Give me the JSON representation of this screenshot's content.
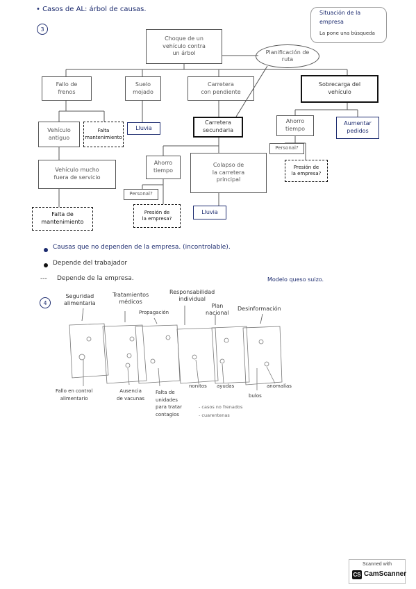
{
  "header": {
    "title": "• Casos de AL: árbol de causas.",
    "section_3": "3",
    "section_4": "4"
  },
  "note_top_right": {
    "line1": "Situación de la",
    "line2": "empresa",
    "line3": "La pone una búsqueda"
  },
  "tree": {
    "root": "Choque de un\nvehículo contra\nun árbol",
    "planificacion": "Planificación de\nruta",
    "fallo_frenos": "Fallo de\nfrenos",
    "suelo_mojado": "Suelo\nmojado",
    "carretera_pendiente": "Carretera\ncon pendiente",
    "sobrecarga": "Sobrecarga del\nvehículo",
    "vehiculo_antiguo": "Vehículo\nantiguo",
    "falta_mant_small": "Falta\nmantenimiento",
    "lluvia_1": "Lluvia",
    "carretera_secundaria": "Carretera\nsecundaria",
    "ahorro_tiempo_1": "Ahorro\ntiempo",
    "aumentar_pedidos": "Aumentar\npedidos",
    "vehiculo_mucho_uso": "Vehículo mucho\nfuera de servicio",
    "ahorro_tiempo_2": "Ahorro\ntiempo",
    "colapso": "Colapso de\nla carretera\nprincipal",
    "personal_1": "Personal?",
    "presion_1": "Presión de\nla empresa?",
    "falta_mantenimiento": "Falta de\nmantenimiento",
    "personal_2": "Personal?",
    "presion_2": "Presión de\nla empresa?",
    "lluvia_2": "Lluvia"
  },
  "legend": {
    "item1": "Causas que no dependen de la empresa. (incontrolable).",
    "item2": "Depende del trabajador",
    "item3": "Depende de la empresa.",
    "dashes": "---",
    "model": "Modelo queso suizo."
  },
  "swiss": {
    "top_labels": {
      "seguridad": "Seguridad\nalimentaria",
      "tratamientos": "Tratamientos\nmédicos",
      "propagacion": "Propagación",
      "responsabilidad": "Responsabilidad\nindividual",
      "plan": "Plan\nnacional",
      "desinformacion": "Desinformación"
    },
    "bottom_labels": {
      "fallo": "Fallo en control\nalimentario",
      "ausencia": "Ausencia\nde vacunas",
      "falta": "Falta de\nunidades\npara tratar\ncontagios",
      "nonitos": "nonitos",
      "ayudas": "ayudas",
      "anomalias": "anomalías",
      "bulos": "bulos",
      "note1": "- casos no frenados",
      "note2": "- cuarentenas"
    }
  },
  "footer": {
    "scanned_with": "Scanned with",
    "brand": "CamScanner",
    "logo_letters": "CS"
  }
}
